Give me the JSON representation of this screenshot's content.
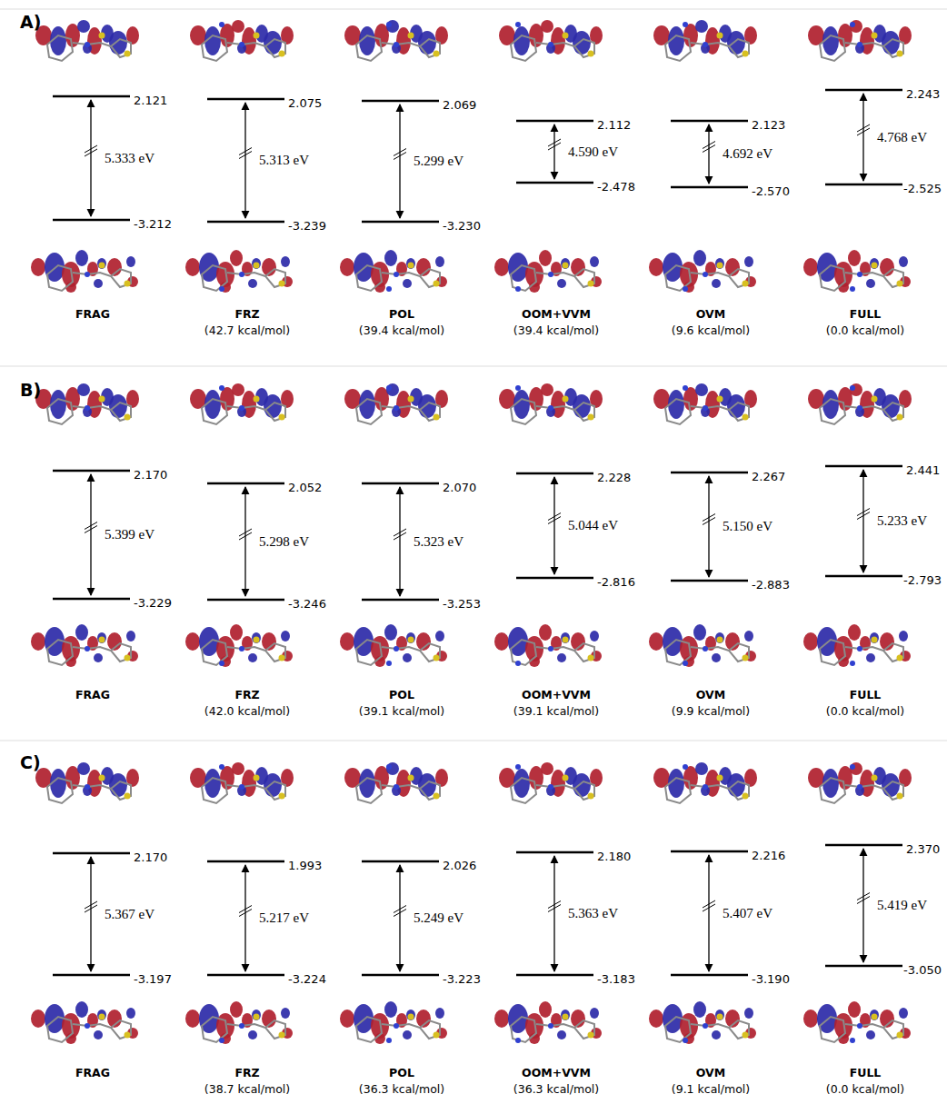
{
  "diagram": {
    "labels": [
      "A)",
      "2.121",
      "2.075",
      "2.069",
      "2.112",
      "2.123",
      "2.243",
      "5.333 eV",
      "5.313 eV",
      "5.299 eV",
      "4.590 eV",
      "4.692 eV",
      "4.768 eV",
      "-3.212",
      "-3.239",
      "-3.230",
      "-2.478",
      "-2.570",
      "-2.525",
      "FRAG",
      "FRZ",
      "(42.7 kcal/mol)",
      "POL",
      "(39.4 kcal/mol)",
      "OOM+VVM",
      "(39.4 kcal/mol)",
      "OVM",
      "(9.6 kcal/mol)",
      "FULL",
      "(0.0 kcal/mol)",
      "B)",
      "2.170",
      "2.052",
      "2.070",
      "2.228",
      "2.267",
      "2.441",
      "5.399 eV",
      "5.298 eV",
      "5.323 eV",
      "5.044 eV",
      "5.150 eV",
      "5.233 eV",
      "-3.229",
      "-3.246",
      "-3.253",
      "-2.816",
      "-2.883",
      "-2.793",
      "FRAG",
      "FRZ",
      "(42.0 kcal/mol)",
      "POL",
      "(39.1 kcal/mol)",
      "OOM+VVM",
      "(39.1 kcal/mol)",
      "OVM",
      "(9.9 kcal/mol)",
      "FULL",
      "(0.0 kcal/mol)",
      "C)",
      "2.170",
      "1.993",
      "2.026",
      "2.180",
      "2.216",
      "2.370",
      "5.367 eV",
      "5.217 eV",
      "5.249 eV",
      "5.363 eV",
      "5.407 eV",
      "5.419  eV",
      "-3.197",
      "-3.224",
      "-3.223",
      "-3.183",
      "-3.190",
      "-3.050",
      "FRAG",
      "FRZ",
      "(38.7 kcal/mol)",
      "POL",
      "(36.3 kcal/mol)",
      "OOM+VVM",
      "(36.3 kcal/mol)",
      "OVM",
      "(9.1 kcal/mol)",
      "FULL",
      "(0.0 kcal/mol)"
    ]
  }
}
